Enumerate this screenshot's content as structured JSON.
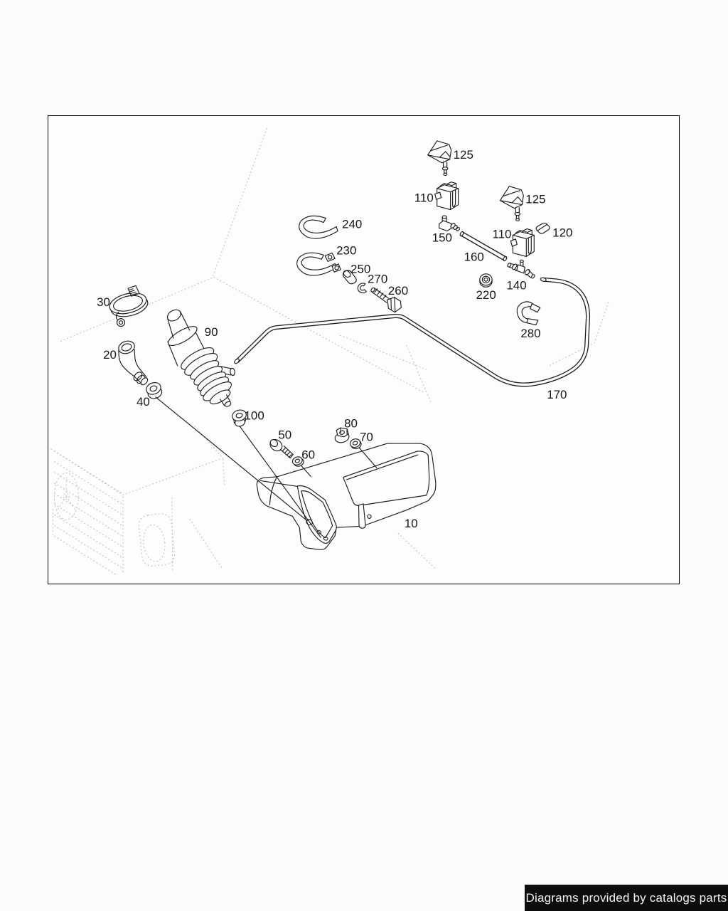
{
  "page": {
    "background": "#fbfbfb"
  },
  "diagram": {
    "background": "#fdfdfd",
    "border_color": "#000000",
    "line_color": "#1c1c1c",
    "sketch_color": "#bdbdbd",
    "labels": {
      "l10": "10",
      "l20": "20",
      "l30": "30",
      "l40": "40",
      "l50": "50",
      "l60": "60",
      "l70": "70",
      "l80": "80",
      "l90": "90",
      "l100": "100",
      "l110a": "110",
      "l110b": "110",
      "l120": "120",
      "l125a": "125",
      "l125b": "125",
      "l140": "140",
      "l150": "150",
      "l160": "160",
      "l170": "170",
      "l220": "220",
      "l230": "230",
      "l240": "240",
      "l250": "250",
      "l260": "260",
      "l270": "270",
      "l280": "280"
    }
  },
  "footer": {
    "credit": "Diagrams provided by catalogs parts",
    "background": "#0d0d0d",
    "text_color": "#f2f2f2"
  }
}
